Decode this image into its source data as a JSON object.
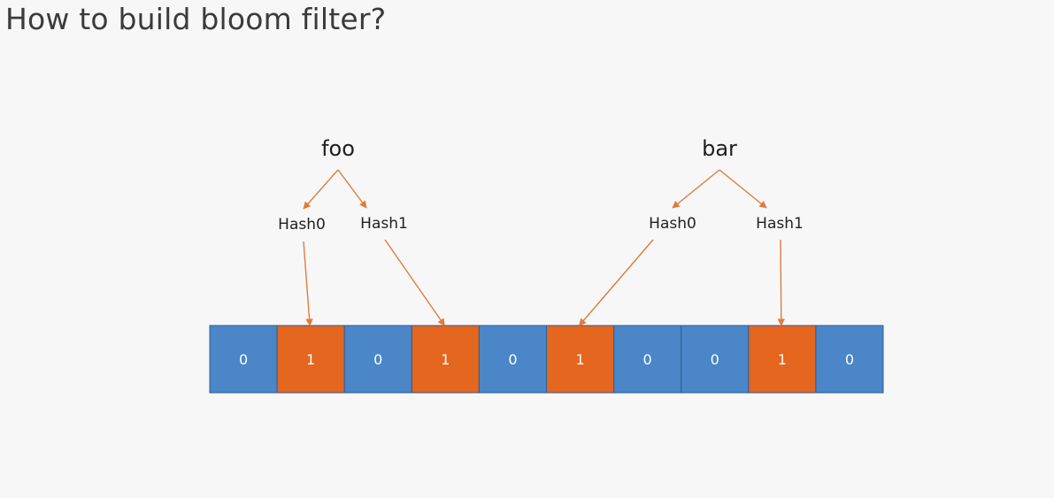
{
  "title": "How to build bloom filter?",
  "colors": {
    "bit_zero": "#4a86c8",
    "bit_one": "#e4661f",
    "arrow": "#e07b39"
  },
  "bits": [
    0,
    1,
    0,
    1,
    0,
    1,
    0,
    0,
    1,
    0
  ],
  "items": [
    {
      "word": "foo",
      "hashes": [
        {
          "label": "Hash0",
          "bit_index": 1
        },
        {
          "label": "Hash1",
          "bit_index": 3
        }
      ]
    },
    {
      "word": "bar",
      "hashes": [
        {
          "label": "Hash0",
          "bit_index": 5
        },
        {
          "label": "Hash1",
          "bit_index": 8
        }
      ]
    }
  ]
}
